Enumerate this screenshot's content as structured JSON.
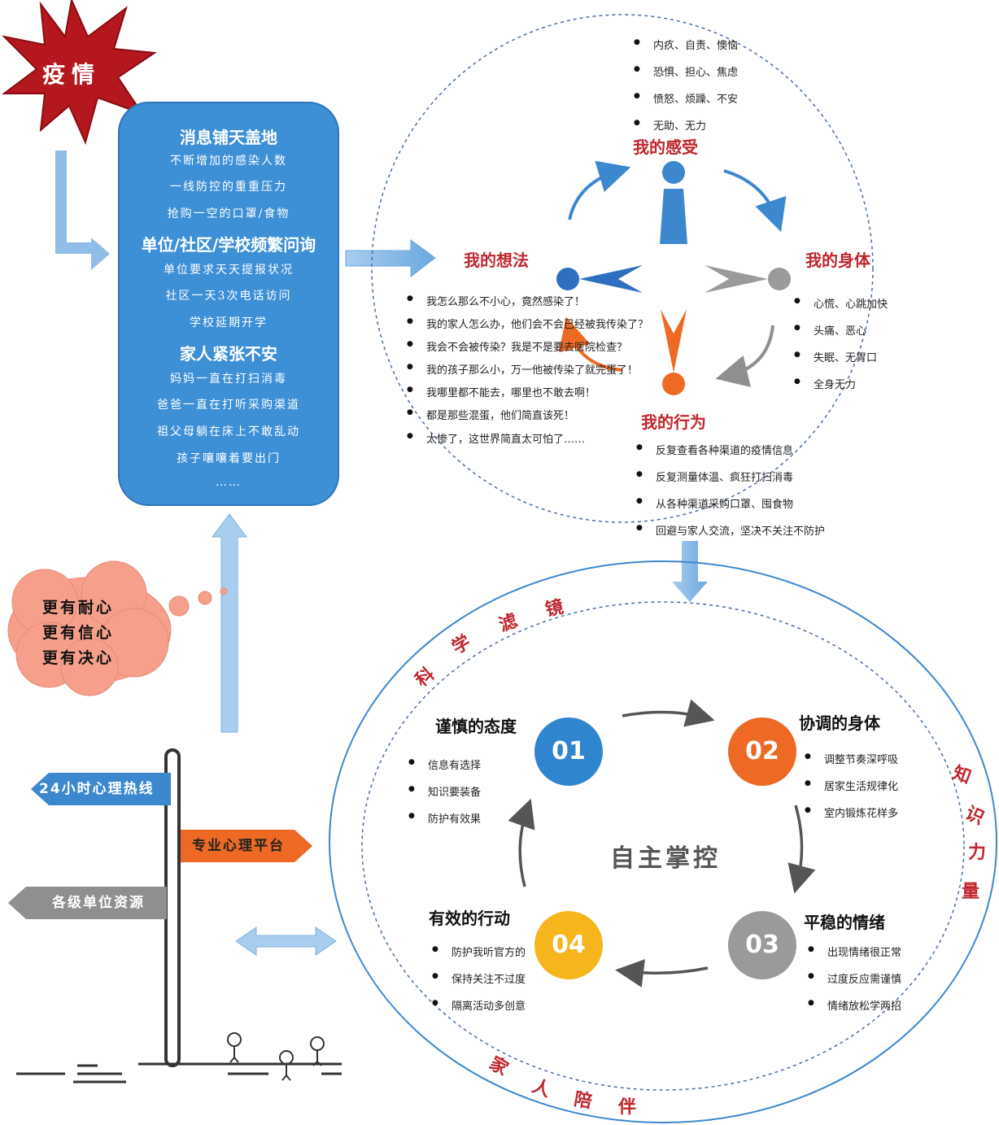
{
  "burst": {
    "label": "疫情"
  },
  "info_box": {
    "heading1": "消息铺天盖地",
    "lines1": [
      "不断增加的感染人数",
      "一线防控的重重压力",
      "抢购一空的口罩/食物"
    ],
    "heading2": "单位/社区/学校频繁问询",
    "lines2": [
      "单位要求天天提报状况",
      "社区一天3次电话访问",
      "学校延期开学"
    ],
    "heading3": "家人紧张不安",
    "lines3": [
      "妈妈一直在打扫消毒",
      "爸爸一直在打听采购渠道",
      "祖父母躺在床上不敢乱动",
      "孩子嚷嚷着要出门"
    ],
    "ellipsis": "……"
  },
  "feelings": {
    "title": "我的感受",
    "items": [
      "内疚、自责、懊恼",
      "恐惧、担心、焦虑",
      "愤怒、烦躁、不安",
      "无助、无力"
    ]
  },
  "thoughts": {
    "title": "我的想法",
    "items": [
      "我怎么那么不小心，竟然感染了！",
      "我的家人怎么办，他们会不会已经被我传染了？",
      "我会不会被传染？我是不是要去医院检查？",
      "我的孩子那么小，万一他被传染了就完蛋了！",
      "我哪里都不能去，哪里也不敢去啊！",
      "都是那些混蛋，他们简直该死！",
      "太惨了，这世界简直太可怕了……"
    ]
  },
  "body": {
    "title": "我的身体",
    "items": [
      "心慌、心跳加快",
      "头痛、恶心",
      "失眠、无胃口",
      "全身无力"
    ]
  },
  "behavior": {
    "title": "我的行为",
    "items": [
      "反复查看各种渠道的疫情信息",
      "反复测量体温、疯狂打扫消毒",
      "从各种渠道采购口罩、囤食物",
      "回避与家人交流，坚决不关注不防护"
    ]
  },
  "arc_labels": {
    "top": [
      "科",
      "学",
      "滤",
      "镜"
    ],
    "right": [
      "知",
      "识",
      "力",
      "量"
    ],
    "bottom": [
      "家",
      "人",
      "陪",
      "伴"
    ]
  },
  "center_label": "自主掌控",
  "quadrants": [
    {
      "num": "01",
      "title": "谨慎的态度",
      "color": "#2f86cf",
      "items": [
        "信息有选择",
        "知识要装备",
        "防护有效果"
      ]
    },
    {
      "num": "02",
      "title": "协调的身体",
      "color": "#ee6a24",
      "items": [
        "调整节奏深呼吸",
        "居家生活规律化",
        "室内锻炼花样多"
      ]
    },
    {
      "num": "03",
      "title": "平稳的情绪",
      "color": "#9a9a9a",
      "items": [
        "出现情绪很正常",
        "过度反应需谨慎",
        "情绪放松学两招"
      ]
    },
    {
      "num": "04",
      "title": "有效的行动",
      "color": "#f6b51d",
      "items": [
        "防护我听官方的",
        "保持关注不过度",
        "隔离活动多创意"
      ]
    }
  ],
  "cloud": {
    "lines": [
      "更有耐心",
      "更有信心",
      "更有决心"
    ]
  },
  "signs": {
    "hotline": "24小时心理热线",
    "platform": "专业心理平台",
    "resources": "各级单位资源"
  },
  "colors": {
    "blue": "#3d8fd6",
    "red": "#c0262d",
    "orange": "#ee6a24",
    "gray": "#9a9a9a",
    "yellow": "#f6b51d"
  }
}
